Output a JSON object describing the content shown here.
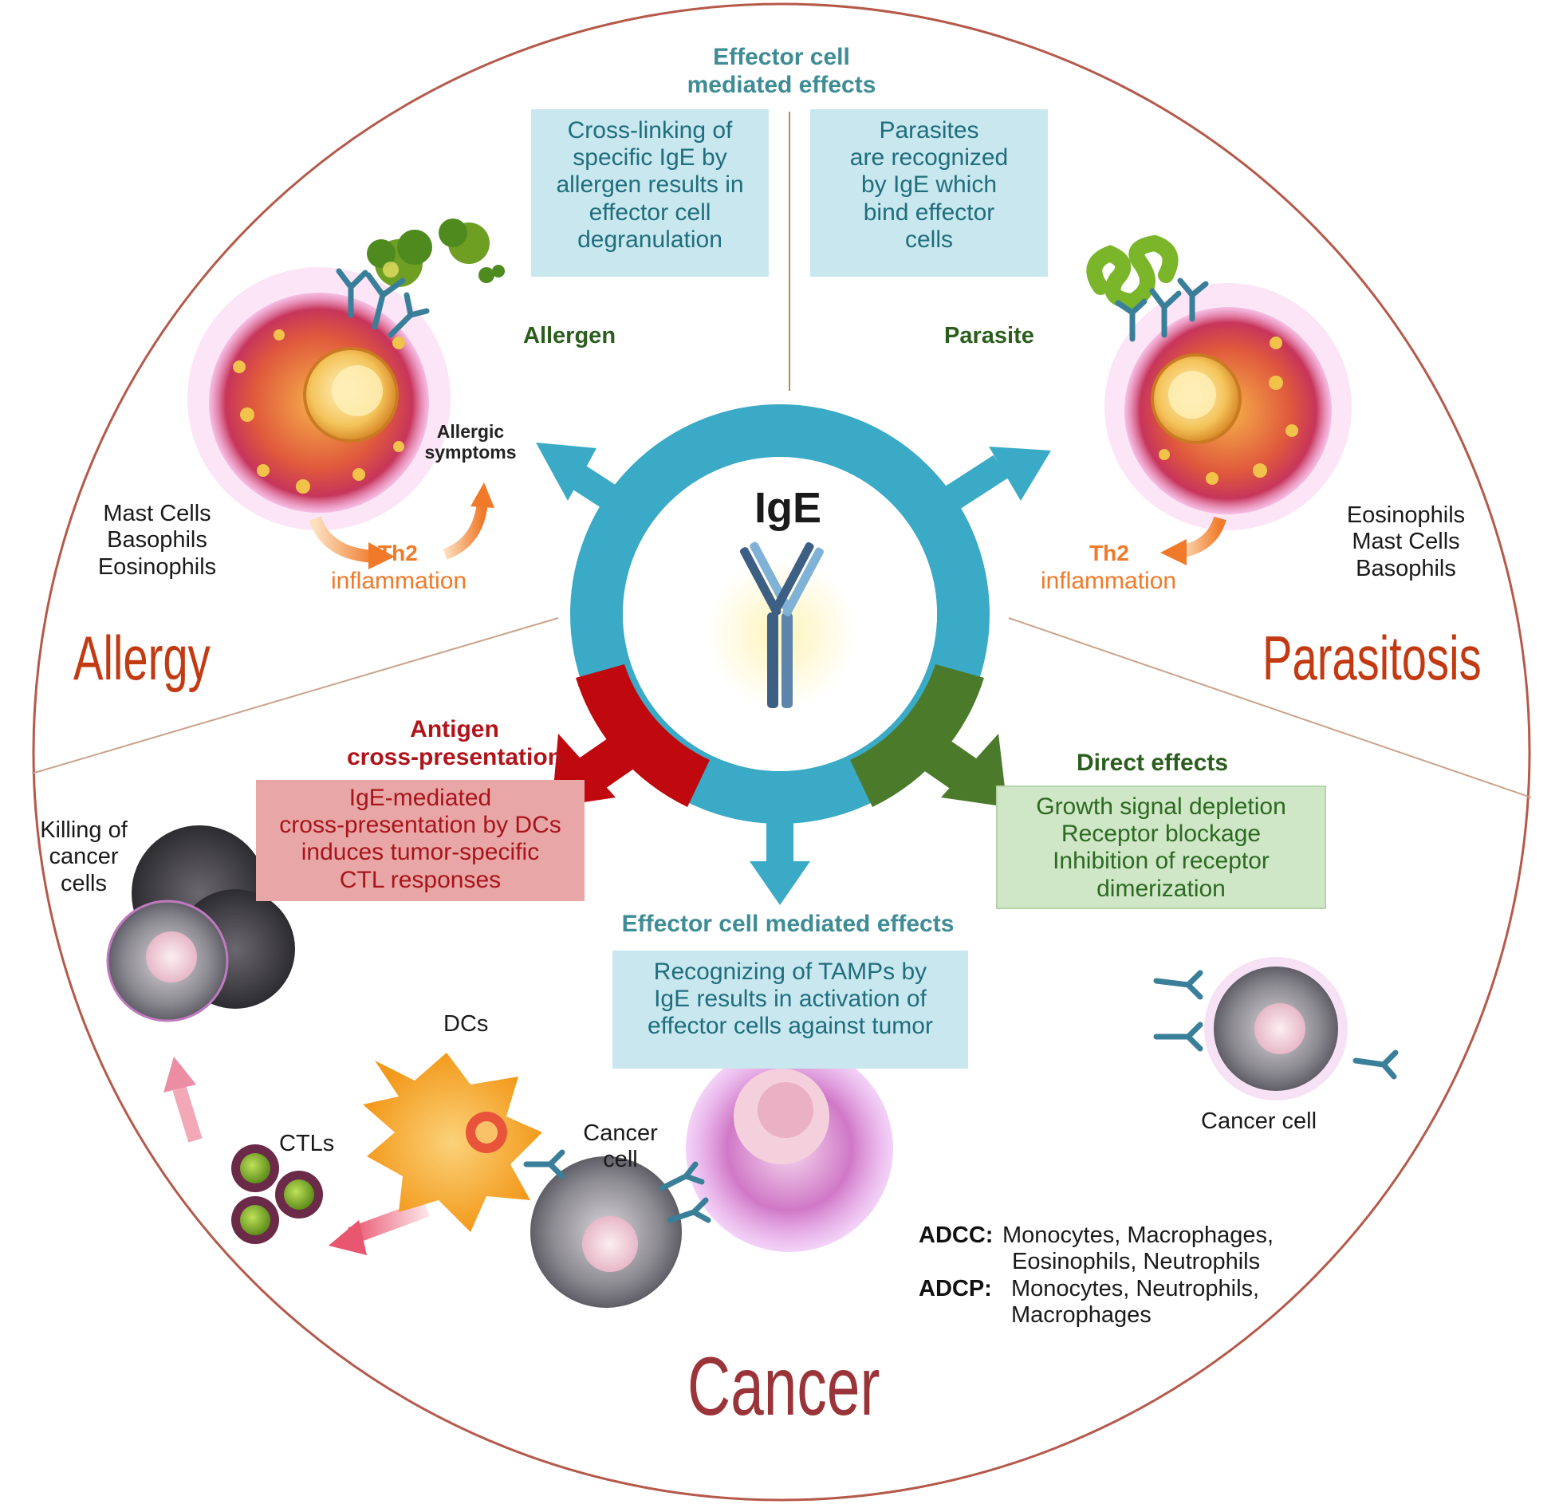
{
  "center": {
    "label": "IgE"
  },
  "top": {
    "heading": [
      "Effector cell",
      "mediated effects"
    ],
    "left_box": [
      "Cross-linking of",
      "specific IgE by",
      "allergen results in",
      "effector cell",
      "degranulation"
    ],
    "right_box": [
      "Parasites",
      "are recognized",
      "by IgE which",
      "bind effector",
      "cells"
    ]
  },
  "allergy": {
    "title": "Allergy",
    "allergen_label": "Allergen",
    "symptoms": [
      "Allergic",
      "symptoms"
    ],
    "cells": [
      "Mast Cells",
      "Basophils",
      "Eosinophils"
    ],
    "th2": "Th2",
    "inflammation": "inflammation"
  },
  "parasitosis": {
    "title": "Parasitosis",
    "parasite_label": "Parasite",
    "cells": [
      "Eosinophils",
      "Mast Cells",
      "Basophils"
    ],
    "th2": "Th2",
    "inflammation": "inflammation"
  },
  "cancer": {
    "title": "Cancer",
    "antigen_heading": [
      "Antigen",
      "cross-presentation"
    ],
    "antigen_box": [
      "IgE-mediated",
      "cross-presentation by DCs",
      "induces tumor-specific",
      "CTL responses"
    ],
    "direct_heading": "Direct effects",
    "direct_box": [
      "Growth signal depletion",
      "Receptor blockage",
      "Inhibition of receptor",
      "dimerization"
    ],
    "effector_heading": "Effector cell mediated effects",
    "effector_box": [
      "Recognizing of TAMPs by",
      "IgE results in activation of",
      "effector cells against tumor"
    ],
    "killing": [
      "Killing of",
      "cancer",
      "cells"
    ],
    "dcs": "DCs",
    "ctls": "CTLs",
    "cancer_cell_left": [
      "Cancer",
      "cell"
    ],
    "cancer_cell_right": "Cancer cell",
    "adcc_label": "ADCC:",
    "adcc_text": [
      "Monocytes, Macrophages,",
      "Eosinophils, Neutrophils"
    ],
    "adcp_label": "ADCP:",
    "adcp_text": [
      "Monocytes, Neutrophils,",
      "Macrophages"
    ]
  },
  "colors": {
    "ring_blue": "#3aaac6",
    "ring_red": "#c0080f",
    "ring_green": "#4b7b2a",
    "outer_circle": "#b5594a",
    "title_red": "#c23a12",
    "cancer_title": "#9a3438"
  }
}
